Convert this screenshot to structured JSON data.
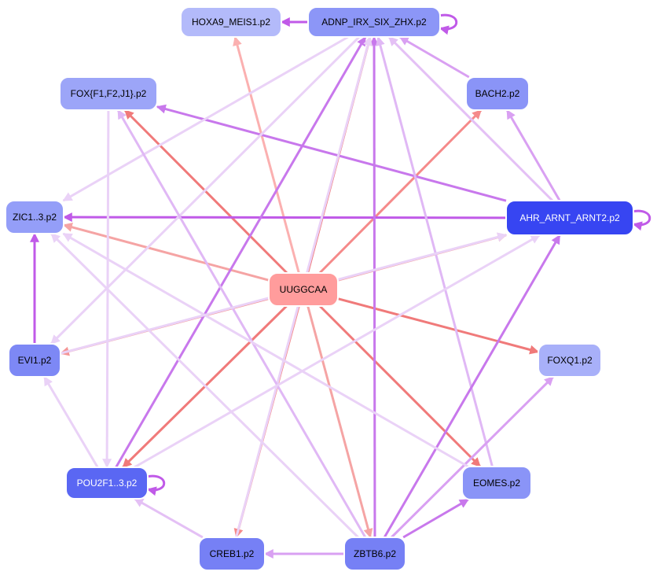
{
  "diagram": {
    "nodes": [
      {
        "id": "center",
        "label": "UUGGCAA",
        "fill": "#ff9c9c",
        "text_color": "#000000"
      },
      {
        "id": "hoxa9",
        "label": "HOXA9_MEIS1.p2",
        "fill": "#b3bafa",
        "text_color": "#000000"
      },
      {
        "id": "adnp",
        "label": "ADNP_IRX_SIX_ZHX.p2",
        "fill": "#8c96f7",
        "text_color": "#000000"
      },
      {
        "id": "fox",
        "label": "FOX{F1,F2,J1}.p2",
        "fill": "#9ca5f8",
        "text_color": "#000000"
      },
      {
        "id": "bach2",
        "label": "BACH2.p2",
        "fill": "#8a94f7",
        "text_color": "#000000"
      },
      {
        "id": "zic",
        "label": "ZIC1..3.p2",
        "fill": "#949ef8",
        "text_color": "#000000"
      },
      {
        "id": "ahr",
        "label": "AHR_ARNT_ARNT2.p2",
        "fill": "#3745f2",
        "text_color": "#ffffff"
      },
      {
        "id": "evi1",
        "label": "EVI1.p2",
        "fill": "#7d88f5",
        "text_color": "#000000"
      },
      {
        "id": "foxq1",
        "label": "FOXQ1.p2",
        "fill": "#a8b0f9",
        "text_color": "#000000"
      },
      {
        "id": "pou2f1",
        "label": "POU2F1..3.p2",
        "fill": "#5a67f3",
        "text_color": "#ffffff"
      },
      {
        "id": "eomes",
        "label": "EOMES.p2",
        "fill": "#8a94f7",
        "text_color": "#000000"
      },
      {
        "id": "creb1",
        "label": "CREB1.p2",
        "fill": "#7680f5",
        "text_color": "#000000"
      },
      {
        "id": "zbtb6",
        "label": "ZBTB6.p2",
        "fill": "#7680f5",
        "text_color": "#000000"
      }
    ],
    "edges": [
      {
        "from": "center",
        "to": "hoxa9",
        "color": "#fbb0b0"
      },
      {
        "from": "center",
        "to": "adnp",
        "color": "#f07a7a"
      },
      {
        "from": "center",
        "to": "fox",
        "color": "#f07a7a"
      },
      {
        "from": "center",
        "to": "bach2",
        "color": "#f58a8a"
      },
      {
        "from": "center",
        "to": "zic",
        "color": "#f5a4a4"
      },
      {
        "from": "center",
        "to": "ahr",
        "color": "#f5a4a4"
      },
      {
        "from": "center",
        "to": "evi1",
        "color": "#f59696"
      },
      {
        "from": "center",
        "to": "foxq1",
        "color": "#f07a7a"
      },
      {
        "from": "center",
        "to": "pou2f1",
        "color": "#f07a7a"
      },
      {
        "from": "center",
        "to": "eomes",
        "color": "#f07a7a"
      },
      {
        "from": "center",
        "to": "creb1",
        "color": "#f58a8a"
      },
      {
        "from": "center",
        "to": "zbtb6",
        "color": "#f5a4a4"
      },
      {
        "from": "adnp",
        "to": "hoxa9",
        "color": "#c05ae8"
      },
      {
        "from": "adnp",
        "to": "adnp",
        "color": "#c05ae8"
      },
      {
        "from": "ahr",
        "to": "ahr",
        "color": "#c05ae8"
      },
      {
        "from": "pou2f1",
        "to": "pou2f1",
        "color": "#c05ae8"
      },
      {
        "from": "bach2",
        "to": "adnp",
        "color": "#d9a0f2"
      },
      {
        "from": "ahr",
        "to": "adnp",
        "color": "#e4c0f5"
      },
      {
        "from": "ahr",
        "to": "bach2",
        "color": "#d9a0f2"
      },
      {
        "from": "ahr",
        "to": "fox",
        "color": "#c878ec"
      },
      {
        "from": "ahr",
        "to": "zic",
        "color": "#c05ae8"
      },
      {
        "from": "evi1",
        "to": "zic",
        "color": "#c05ae8"
      },
      {
        "from": "adnp",
        "to": "zic",
        "color": "#ead2f7"
      },
      {
        "from": "adnp",
        "to": "evi1",
        "color": "#ead2f7"
      },
      {
        "from": "zbtb6",
        "to": "adnp",
        "color": "#c878ec"
      },
      {
        "from": "pou2f1",
        "to": "adnp",
        "color": "#c878ec"
      },
      {
        "from": "eomes",
        "to": "adnp",
        "color": "#e0b8f5"
      },
      {
        "from": "creb1",
        "to": "adnp",
        "color": "#ead2f7"
      },
      {
        "from": "zbtb6",
        "to": "ahr",
        "color": "#c878ec"
      },
      {
        "from": "zbtb6",
        "to": "foxq1",
        "color": "#d9a0f2"
      },
      {
        "from": "zbtb6",
        "to": "eomes",
        "color": "#c878ec"
      },
      {
        "from": "zbtb6",
        "to": "creb1",
        "color": "#d9a0f2"
      },
      {
        "from": "zbtb6",
        "to": "fox",
        "color": "#e0b8f5"
      },
      {
        "from": "zbtb6",
        "to": "zic",
        "color": "#ead2f7"
      },
      {
        "from": "fox",
        "to": "pou2f1",
        "color": "#ead2f7"
      },
      {
        "from": "pou2f1",
        "to": "evi1",
        "color": "#ead2f7"
      },
      {
        "from": "pou2f1",
        "to": "ahr",
        "color": "#ead2f7"
      },
      {
        "from": "creb1",
        "to": "pou2f1",
        "color": "#e4c0f5"
      },
      {
        "from": "evi1",
        "to": "ahr",
        "color": "#ead2f7"
      },
      {
        "from": "eomes",
        "to": "zic",
        "color": "#ead2f7"
      }
    ]
  }
}
